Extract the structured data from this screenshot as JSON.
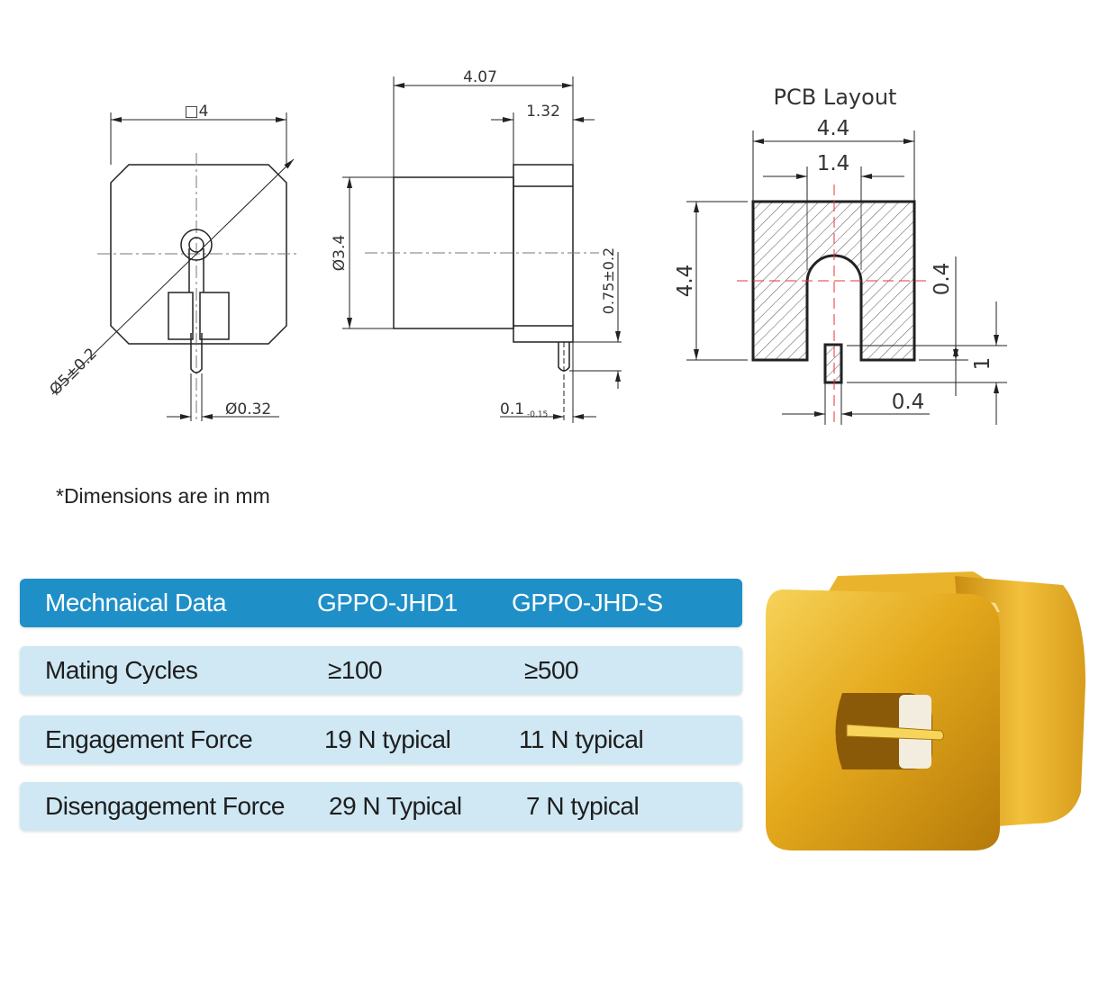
{
  "front_view": {
    "dim_width": "□4",
    "dim_diagonal": "Ø5±0.2",
    "dim_pin": "Ø0.32"
  },
  "side_view": {
    "dim_length": "4.07",
    "dim_flange": "1.32",
    "dim_body_dia": "Ø3.4",
    "dim_pin_offset": "0.75±0.2",
    "dim_pin_len": "0.1",
    "dim_pin_len_tol": "-0.15"
  },
  "pcb_layout": {
    "title": "PCB Layout",
    "dim_width": "4.4",
    "dim_slot": "1.4",
    "dim_height": "4.4",
    "dim_right_gap": "0.4",
    "dim_right_pad": "1",
    "dim_bottom_pad": "0.4"
  },
  "note": "*Dimensions are in mm",
  "table": {
    "headers": [
      "Mechnaical Data",
      "GPPO-JHD1",
      "GPPO-JHD-S"
    ],
    "rows": [
      [
        "Mating Cycles",
        "≥100",
        "≥500"
      ],
      [
        "Engagement Force",
        "19 N typical",
        "11 N typical"
      ],
      [
        "Disengagement Force",
        "29 N Typical",
        "7 N typical"
      ]
    ],
    "header_color": "#1f8fc8",
    "row_color": "#cfe8f4"
  }
}
